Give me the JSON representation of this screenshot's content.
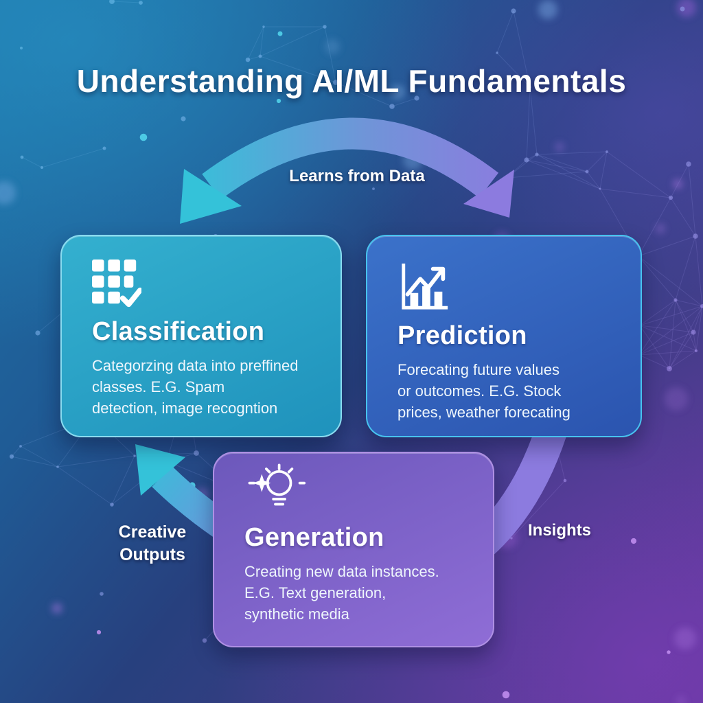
{
  "title": "Understanding AI/ML Fundamentals",
  "flow_labels": {
    "top": "Learns from Data",
    "left": [
      "Creative",
      "Outputs"
    ],
    "right": "Insights"
  },
  "cards": [
    {
      "title": "Classification",
      "icon": "grid-check-icon",
      "description_lines": [
        "Categorzing data into preffined",
        "classes. E.G. Spam",
        "detection, image recogntion"
      ]
    },
    {
      "title": "Prediction",
      "icon": "trend-chart-icon",
      "description_lines": [
        "Forecating future values",
        "or outcomes. E.G. Stock",
        "prices, weather forecating"
      ]
    },
    {
      "title": "Generation",
      "icon": "lightbulb-sparkle-icon",
      "description_lines": [
        "Creating new data instances.",
        "E.G. Text generation,",
        "synthetic media"
      ]
    }
  ],
  "colors": {
    "background_blue": "#1e74a8",
    "background_navy": "#27407e",
    "background_purple": "#5d3a96",
    "card_classification_top": "#34b0cf",
    "card_classification_bottom": "#1f92bc",
    "card_classification_border": "#8adcf0",
    "card_prediction_top": "#3b72ca",
    "card_prediction_bottom": "#2b54af",
    "card_prediction_border": "#47c3ef",
    "card_generation_top": "#6c58bb",
    "card_generation_bottom": "#8f6dd6",
    "card_generation_border": "#af90e4",
    "arrow_teal": "#34c2d9",
    "arrow_purple": "#8c7bdf",
    "text_primary": "#ffffff"
  }
}
